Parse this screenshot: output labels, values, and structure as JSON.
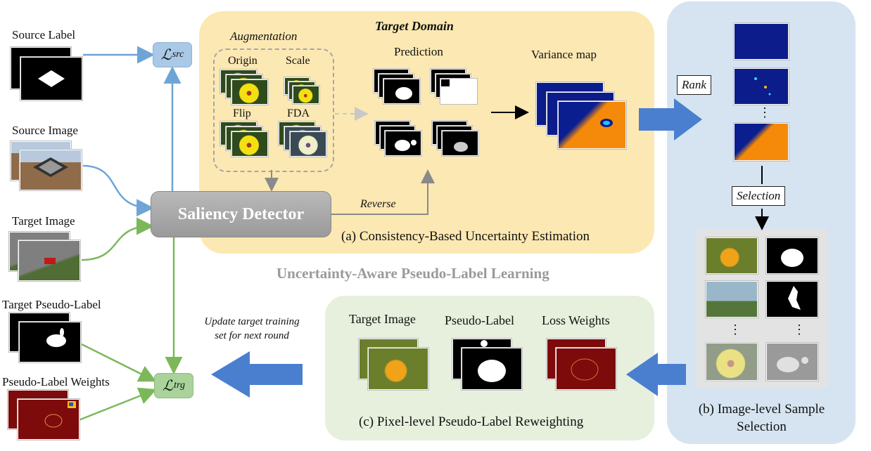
{
  "colors": {
    "panel_a": "#fce8b2",
    "panel_b": "#d5e4f0",
    "panel_c": "#e7f0dd",
    "blue_arrow": "#6fa4d6",
    "green_arrow": "#7cb85a",
    "big_arrow": "#4a7fd0",
    "detector": "#a7a7a7"
  },
  "left": {
    "source_label": "Source Label",
    "source_image": "Source Image",
    "target_image": "Target Image",
    "target_pseudo_label": "Target Pseudo-Label",
    "pseudo_label_weights": "Pseudo-Label Weights"
  },
  "losses": {
    "src_symbol": "ℒ",
    "src_sub": "src",
    "trg_symbol": "ℒ",
    "trg_sub": "trg"
  },
  "detector": {
    "label": "Saliency Detector"
  },
  "panel_a": {
    "title": "Target Domain",
    "augmentation": "Augmentation",
    "origin": "Origin",
    "scale": "Scale",
    "flip": "Flip",
    "fda": "FDA",
    "prediction": "Prediction",
    "variance_map": "Variance map",
    "reverse": "Reverse",
    "caption": "(a) Consistency-Based Uncertainty Estimation"
  },
  "panel_b": {
    "rank": "Rank",
    "selection": "Selection",
    "dots": "⋮",
    "caption_line1": "(b) Image-level Sample",
    "caption_line2": "Selection"
  },
  "panel_c": {
    "target_image": "Target Image",
    "pseudo_label": "Pseudo-Label",
    "loss_weights": "Loss Weights",
    "caption": "(c) Pixel-level Pseudo-Label Reweighting"
  },
  "middle_title": "Uncertainty-Aware Pseudo-Label Learning",
  "update_note_line1": "Update target training",
  "update_note_line2": "set for next round"
}
